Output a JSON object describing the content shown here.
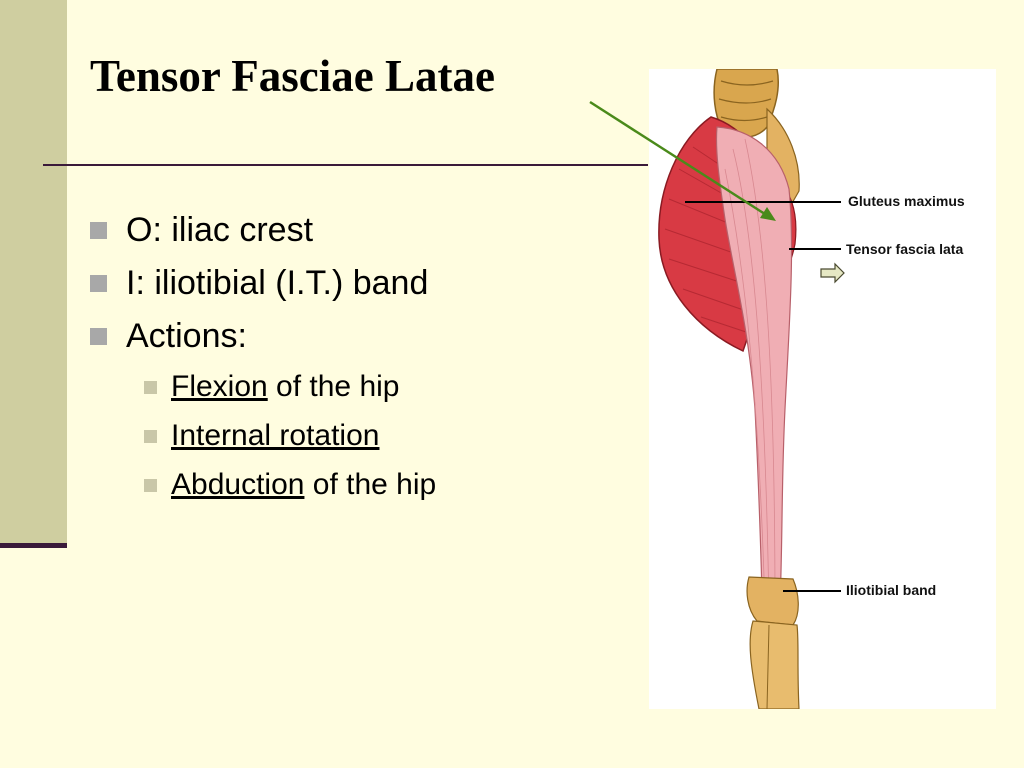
{
  "slide": {
    "title": "Tensor Fasciae Latae",
    "bullets": [
      {
        "text": "O: iliac crest"
      },
      {
        "text": "I: iliotibial (I.T.) band"
      },
      {
        "text": "Actions:"
      }
    ],
    "subbullets": [
      {
        "term": "Flexion",
        "rest": " of the hip"
      },
      {
        "term": "Internal rotation",
        "rest": ""
      },
      {
        "term": "Abduction",
        "rest": " of the hip"
      }
    ]
  },
  "illustration": {
    "labels": {
      "gluteus": "Gluteus maximus",
      "tensor": "Tensor fascia lata",
      "iliotibial": "Iliotibial band"
    }
  },
  "colors": {
    "background": "#fffde0",
    "accent_bar": "#cfcea0",
    "rule": "#3a1a3a",
    "pointer_arrow": "#4a8a1a"
  }
}
